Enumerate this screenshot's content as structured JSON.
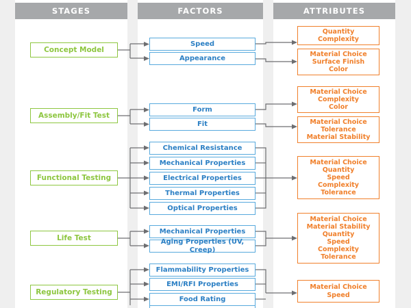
{
  "diagram": {
    "title_columns": [
      {
        "key": "stages",
        "label": "STAGES"
      },
      {
        "key": "factors",
        "label": "FACTORS"
      },
      {
        "key": "attributes",
        "label": "ATTRIBUTES"
      }
    ],
    "colors": {
      "header_bg": "#a6a8aa",
      "header_text": "#ffffff",
      "stage_border": "#8dc63f",
      "stage_text": "#8dc63f",
      "factor_border": "#57a9dd",
      "factor_text": "#2b7fc4",
      "attribute_border": "#f07f2a",
      "attribute_text": "#f07f2a",
      "connector": "#6d6e71",
      "page_bg": "#efefef",
      "panel_bg": "#ffffff"
    },
    "stages": [
      {
        "id": "stage-concept-model",
        "label": "Concept Model"
      },
      {
        "id": "stage-assembly-fit-test",
        "label": "Assembly/Fit Test"
      },
      {
        "id": "stage-functional-testing",
        "label": "Functional Testing"
      },
      {
        "id": "stage-life-test",
        "label": "Life Test"
      },
      {
        "id": "stage-regulatory-testing",
        "label": "Regulatory Testing"
      }
    ],
    "factors": [
      {
        "id": "factor-speed",
        "label": "Speed"
      },
      {
        "id": "factor-appearance",
        "label": "Appearance"
      },
      {
        "id": "factor-form",
        "label": "Form"
      },
      {
        "id": "factor-fit",
        "label": "Fit"
      },
      {
        "id": "factor-chemical-resistance",
        "label": "Chemical Resistance"
      },
      {
        "id": "factor-mechanical-properties-1",
        "label": "Mechanical Properties"
      },
      {
        "id": "factor-electrical-properties",
        "label": "Electrical Properties"
      },
      {
        "id": "factor-thermal-properties",
        "label": "Thermal Properties"
      },
      {
        "id": "factor-optical-properties",
        "label": "Optical Properties"
      },
      {
        "id": "factor-mechanical-properties-2",
        "label": "Mechanical Properties"
      },
      {
        "id": "factor-aging-properties",
        "label": "Aging Properties (UV, Creep)"
      },
      {
        "id": "factor-flammability-properties",
        "label": "Flammability Properties"
      },
      {
        "id": "factor-emi-rfi-properties",
        "label": "EMI/RFI Properties"
      },
      {
        "id": "factor-food-rating",
        "label": "Food Rating"
      },
      {
        "id": "factor-partial-bottom",
        "label": ""
      }
    ],
    "attributes": [
      {
        "id": "attr-quantity-complexity",
        "label": "Quantity\nComplexity"
      },
      {
        "id": "attr-material-surface-color",
        "label": "Material Choice\nSurface Finish\nColor"
      },
      {
        "id": "attr-material-complexity-color",
        "label": "Material Choice\nComplexity\nColor"
      },
      {
        "id": "attr-material-tolerance-stability",
        "label": "Material Choice\nTolerance\nMaterial Stability"
      },
      {
        "id": "attr-functional-set",
        "label": "Material Choice\nQuantity\nSpeed\nComplexity\nTolerance"
      },
      {
        "id": "attr-life-test-set",
        "label": "Material Choice\nMaterial Stability\nQuantity\nSpeed\nComplexity\nTolerance"
      },
      {
        "id": "attr-regulatory-set",
        "label": "Material Choice\nSpeed"
      }
    ]
  }
}
